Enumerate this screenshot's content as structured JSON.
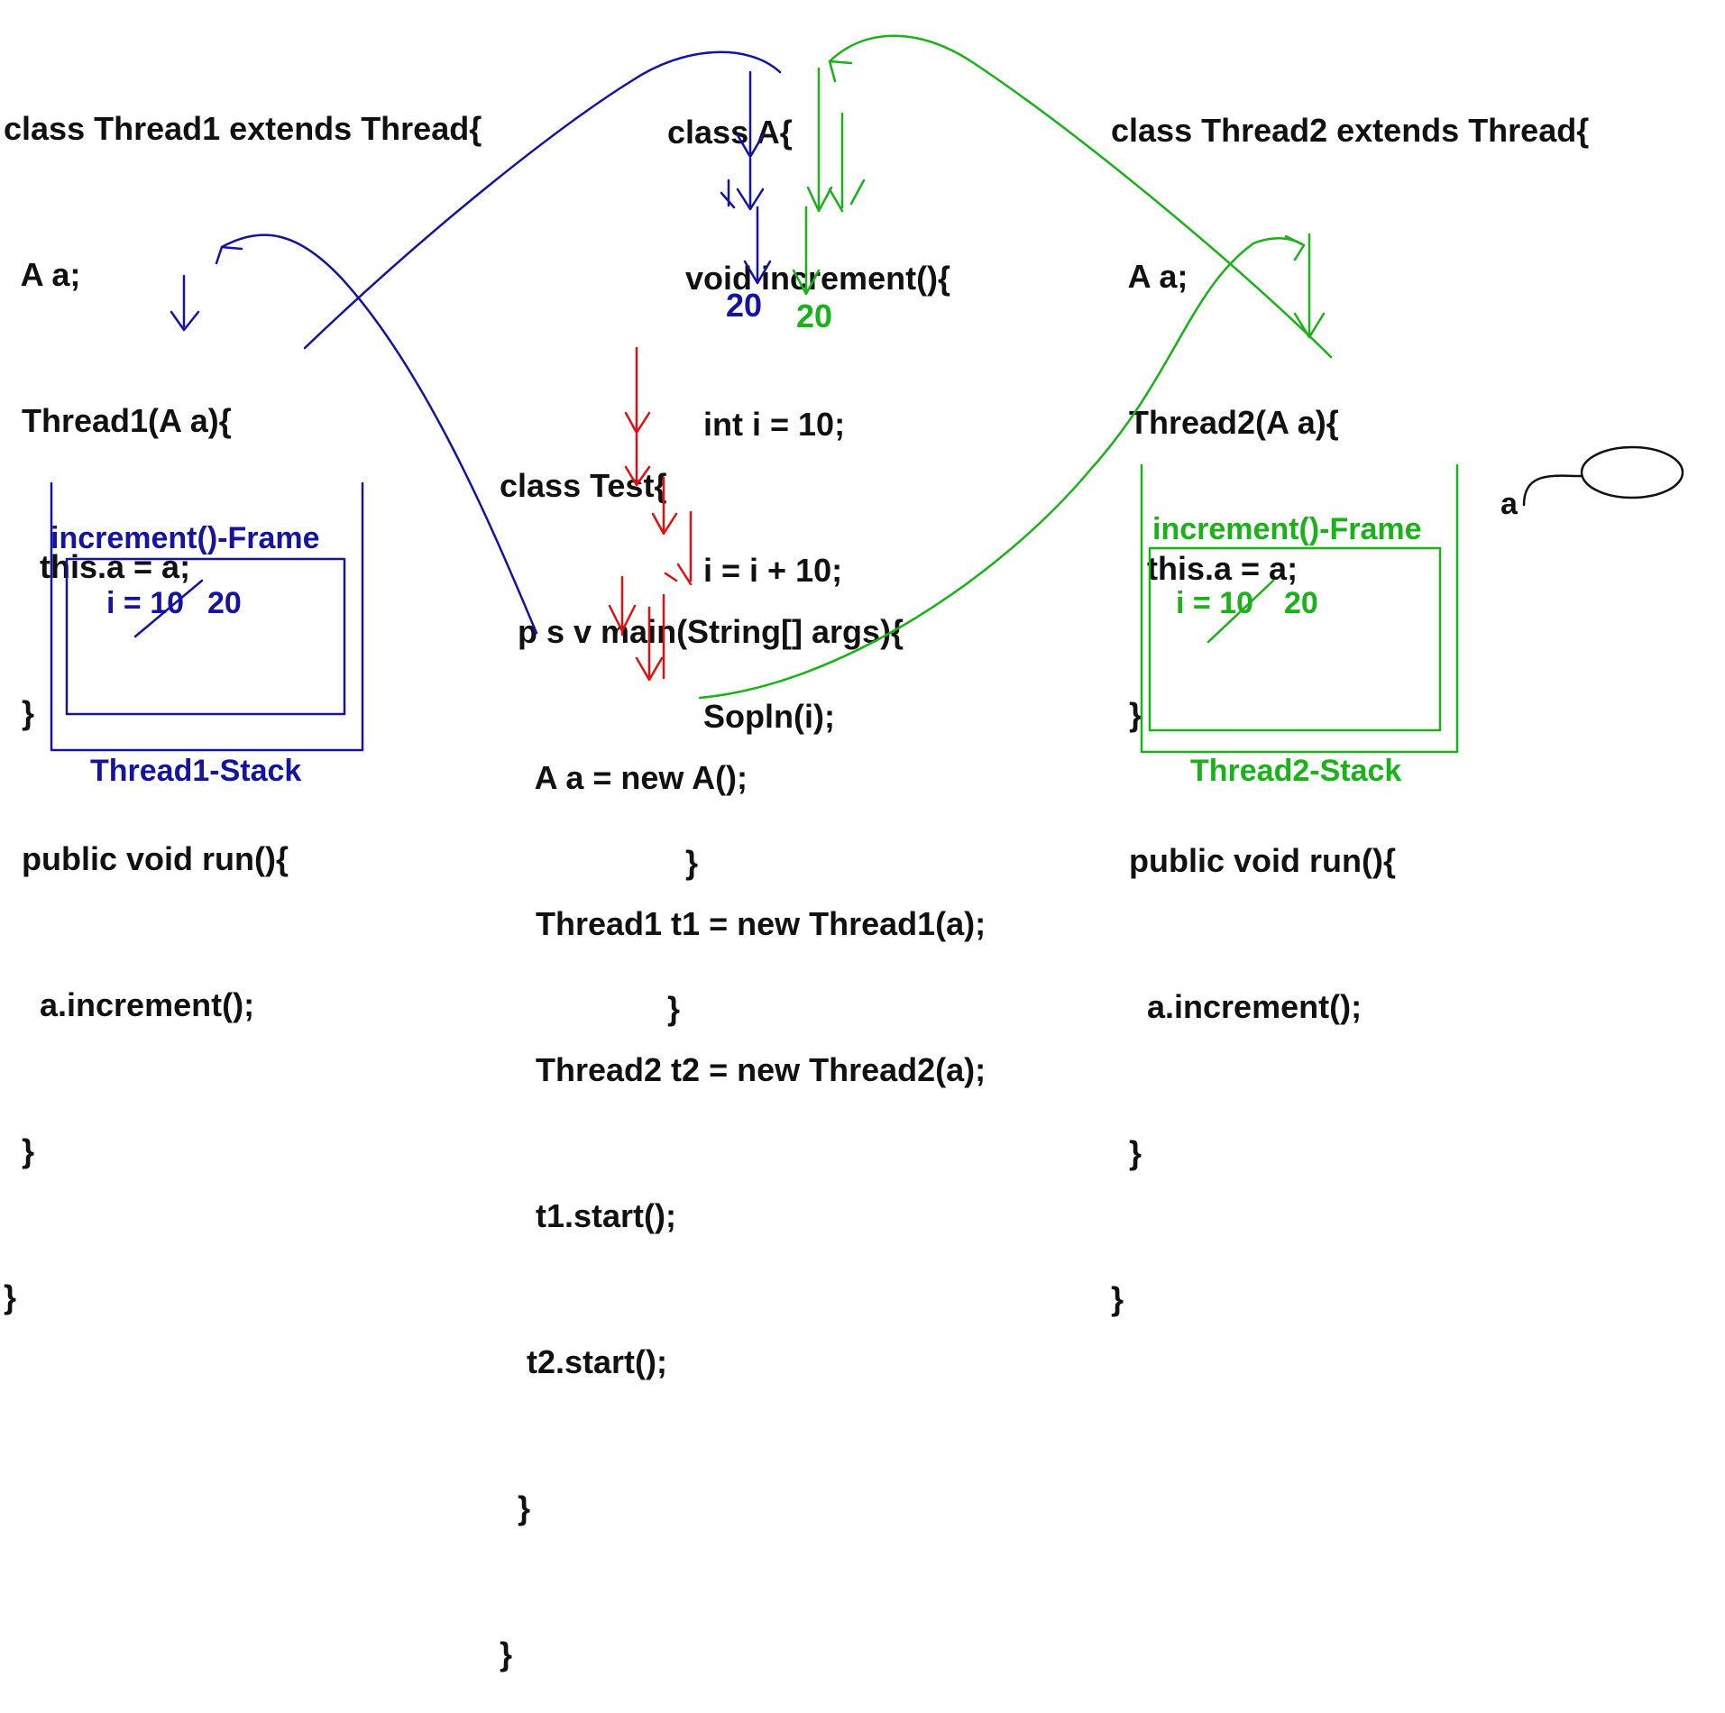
{
  "thread1_class": [
    "class Thread1 extends Thread{",
    "  A a;",
    "  Thread1(A a){",
    "    this.a = a;",
    "  }",
    "  public void run(){",
    "    a.increment();",
    "  }",
    "}"
  ],
  "class_a": [
    "class A{",
    "  void increment(){",
    "    int i = 10;",
    "    i = i + 10;",
    "    Sopln(i);",
    "  }",
    "}"
  ],
  "thread2_class": [
    "class Thread2 extends Thread{",
    "  A a;",
    "  Thread2(A a){",
    "    this.a = a;",
    "  }",
    "  public void run(){",
    "    a.increment();",
    "  }",
    "}"
  ],
  "test_class": [
    "class Test{",
    "  p s v main(String[] args){",
    "    A a = new A();",
    "    Thread1 t1 = new Thread1(a);",
    "    Thread2 t2 = new Thread2(a);",
    "    t1.start();",
    "   t2.start();",
    "  }",
    "}"
  ],
  "outputs": {
    "blue": "20",
    "green": "20"
  },
  "stack1": {
    "frame_title": "increment()-Frame",
    "var_old": "i = 10",
    "var_new": "20",
    "stack_label": "Thread1-Stack"
  },
  "stack2": {
    "frame_title": "increment()-Frame",
    "var_old": "i = 10",
    "var_new": "20",
    "stack_label": "Thread2-Stack"
  },
  "object_label": "a",
  "colors": {
    "text": "#111111",
    "thread1": "#1414a0",
    "thread2": "#19b219",
    "main": "#e01010"
  }
}
